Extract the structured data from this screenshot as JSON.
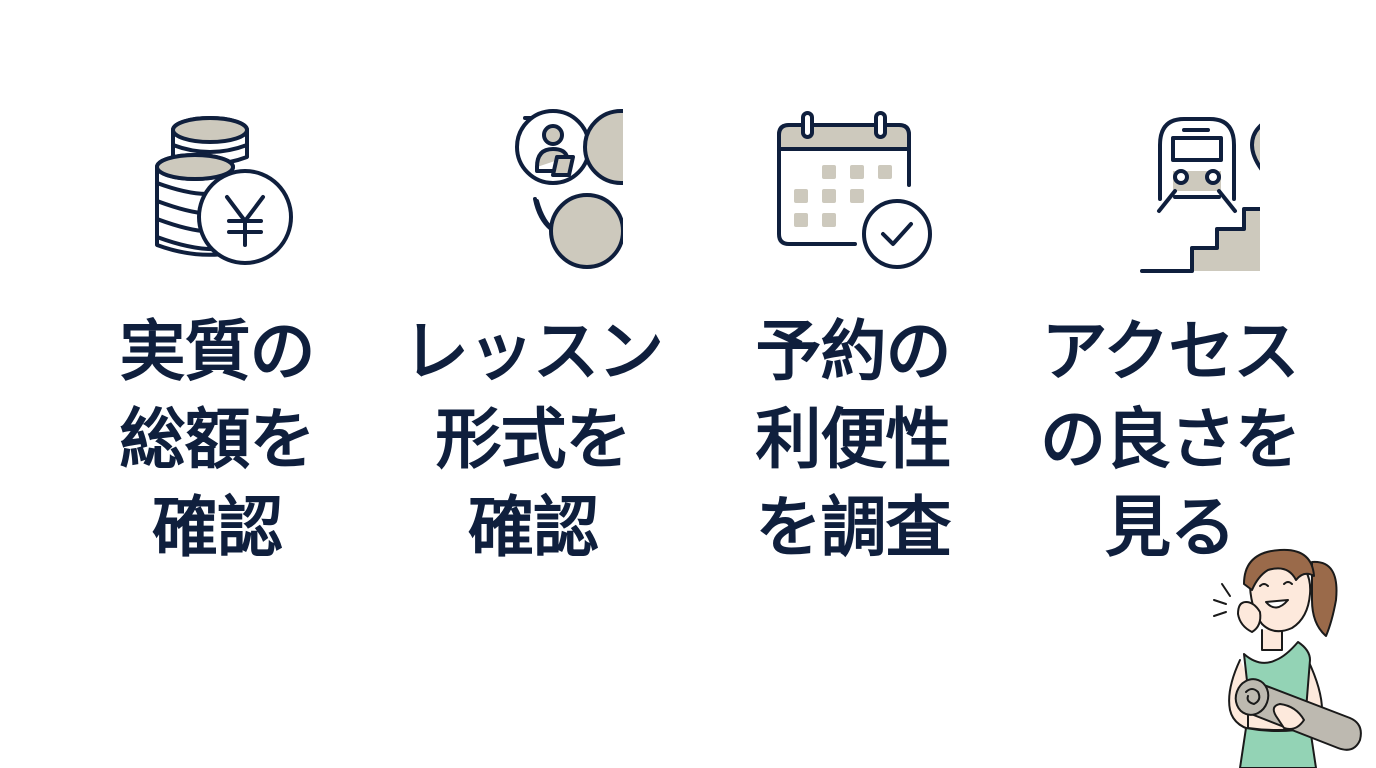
{
  "colors": {
    "background": "#ffffff",
    "text": "#0f1f3d",
    "icon_stroke": "#0f1f3d",
    "icon_fill": "#cdc9bd",
    "mat": "#bdb9b0",
    "top_green": "#93d3b5",
    "hair": "#9a6a4a",
    "skin": "#fde9dc"
  },
  "items": [
    {
      "icon": "yen-coins-icon",
      "lines": [
        "実質の",
        "総額を",
        "確認"
      ]
    },
    {
      "icon": "lesson-format-people-icon",
      "lines": [
        "レッスン",
        "形式を",
        "確認"
      ]
    },
    {
      "icon": "calendar-check-icon",
      "lines": [
        "予約の",
        "利便性",
        "を調査"
      ]
    },
    {
      "icon": "train-location-stairs-icon",
      "lines": [
        "アクセス",
        "の良さを",
        "見る"
      ]
    }
  ],
  "mascot": {
    "icon": "woman-with-yoga-mat-illustration"
  }
}
